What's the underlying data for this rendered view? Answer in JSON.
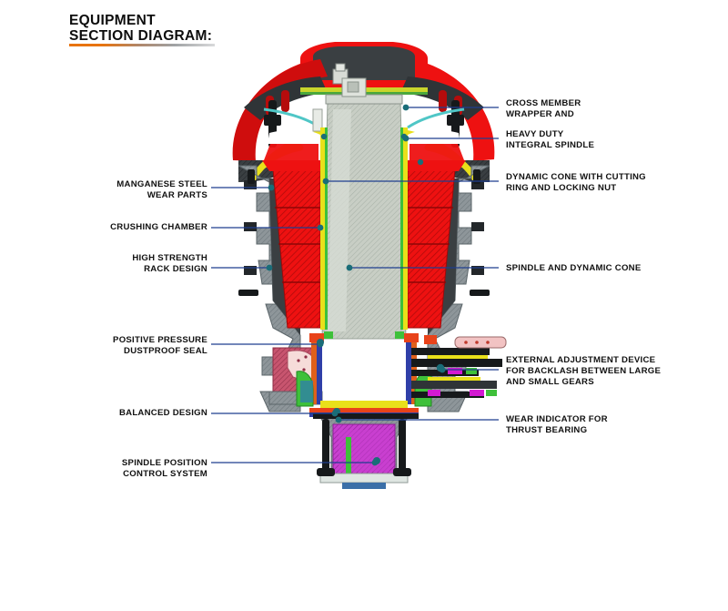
{
  "title": {
    "line1": "EQUIPMENT",
    "line2": "SECTION DIAGRAM:",
    "accent_color": "#e8730c",
    "text_color": "#0d0d0d"
  },
  "theme": {
    "leader_line_color": "#1f3f8f",
    "anchor_dot_color": "#1a6d78",
    "background": "#ffffff",
    "cap_red": "#ee1111",
    "body_gray": "#3a3f42",
    "spindle_gray": "#c8cec5",
    "seal_pink": "#c8556f",
    "hydraulic_magenta": "#c93fd0",
    "accent_yellow": "#e9e01a",
    "accent_green": "#3ec03a"
  },
  "callouts": {
    "left": [
      {
        "id": "manganese-steel-wear-parts",
        "lines": [
          "MANGANESE STEEL",
          "WEAR PARTS"
        ]
      },
      {
        "id": "crushing-chamber",
        "lines": [
          "CRUSHING CHAMBER"
        ]
      },
      {
        "id": "high-strength-rack-design",
        "lines": [
          "HIGH STRENGTH",
          "RACK DESIGN"
        ]
      },
      {
        "id": "positive-pressure-dustproof-seal",
        "lines": [
          "POSITIVE PRESSURE",
          "DUSTPROOF SEAL"
        ]
      },
      {
        "id": "balanced-design",
        "lines": [
          "BALANCED DESIGN"
        ]
      },
      {
        "id": "spindle-position-control-system",
        "lines": [
          "SPINDLE POSITION",
          "CONTROL SYSTEM"
        ]
      }
    ],
    "right": [
      {
        "id": "cross-member-wrapper",
        "lines": [
          "CROSS MEMBER",
          "WRAPPER AND"
        ]
      },
      {
        "id": "heavy-duty-integral-spindle",
        "lines": [
          "HEAVY DUTY",
          "INTEGRAL SPINDLE"
        ]
      },
      {
        "id": "dynamic-cone-cutting-ring",
        "lines": [
          "DYNAMIC CONE WITH CUTTING",
          "RING AND LOCKING NUT"
        ]
      },
      {
        "id": "spindle-and-dynamic-cone",
        "lines": [
          "SPINDLE AND DYNAMIC CONE"
        ]
      },
      {
        "id": "external-adjustment-device",
        "lines": [
          "EXTERNAL ADJUSTMENT DEVICE",
          "FOR BACKLASH BETWEEN LARGE",
          "AND SMALL GEARS"
        ]
      },
      {
        "id": "wear-indicator-thrust-bearing",
        "lines": [
          "WEAR INDICATOR FOR",
          "THRUST BEARING"
        ]
      }
    ]
  },
  "diagram": {
    "name": "cone-crusher-cross-section",
    "description": "Cut-away section view of a cone crusher"
  }
}
